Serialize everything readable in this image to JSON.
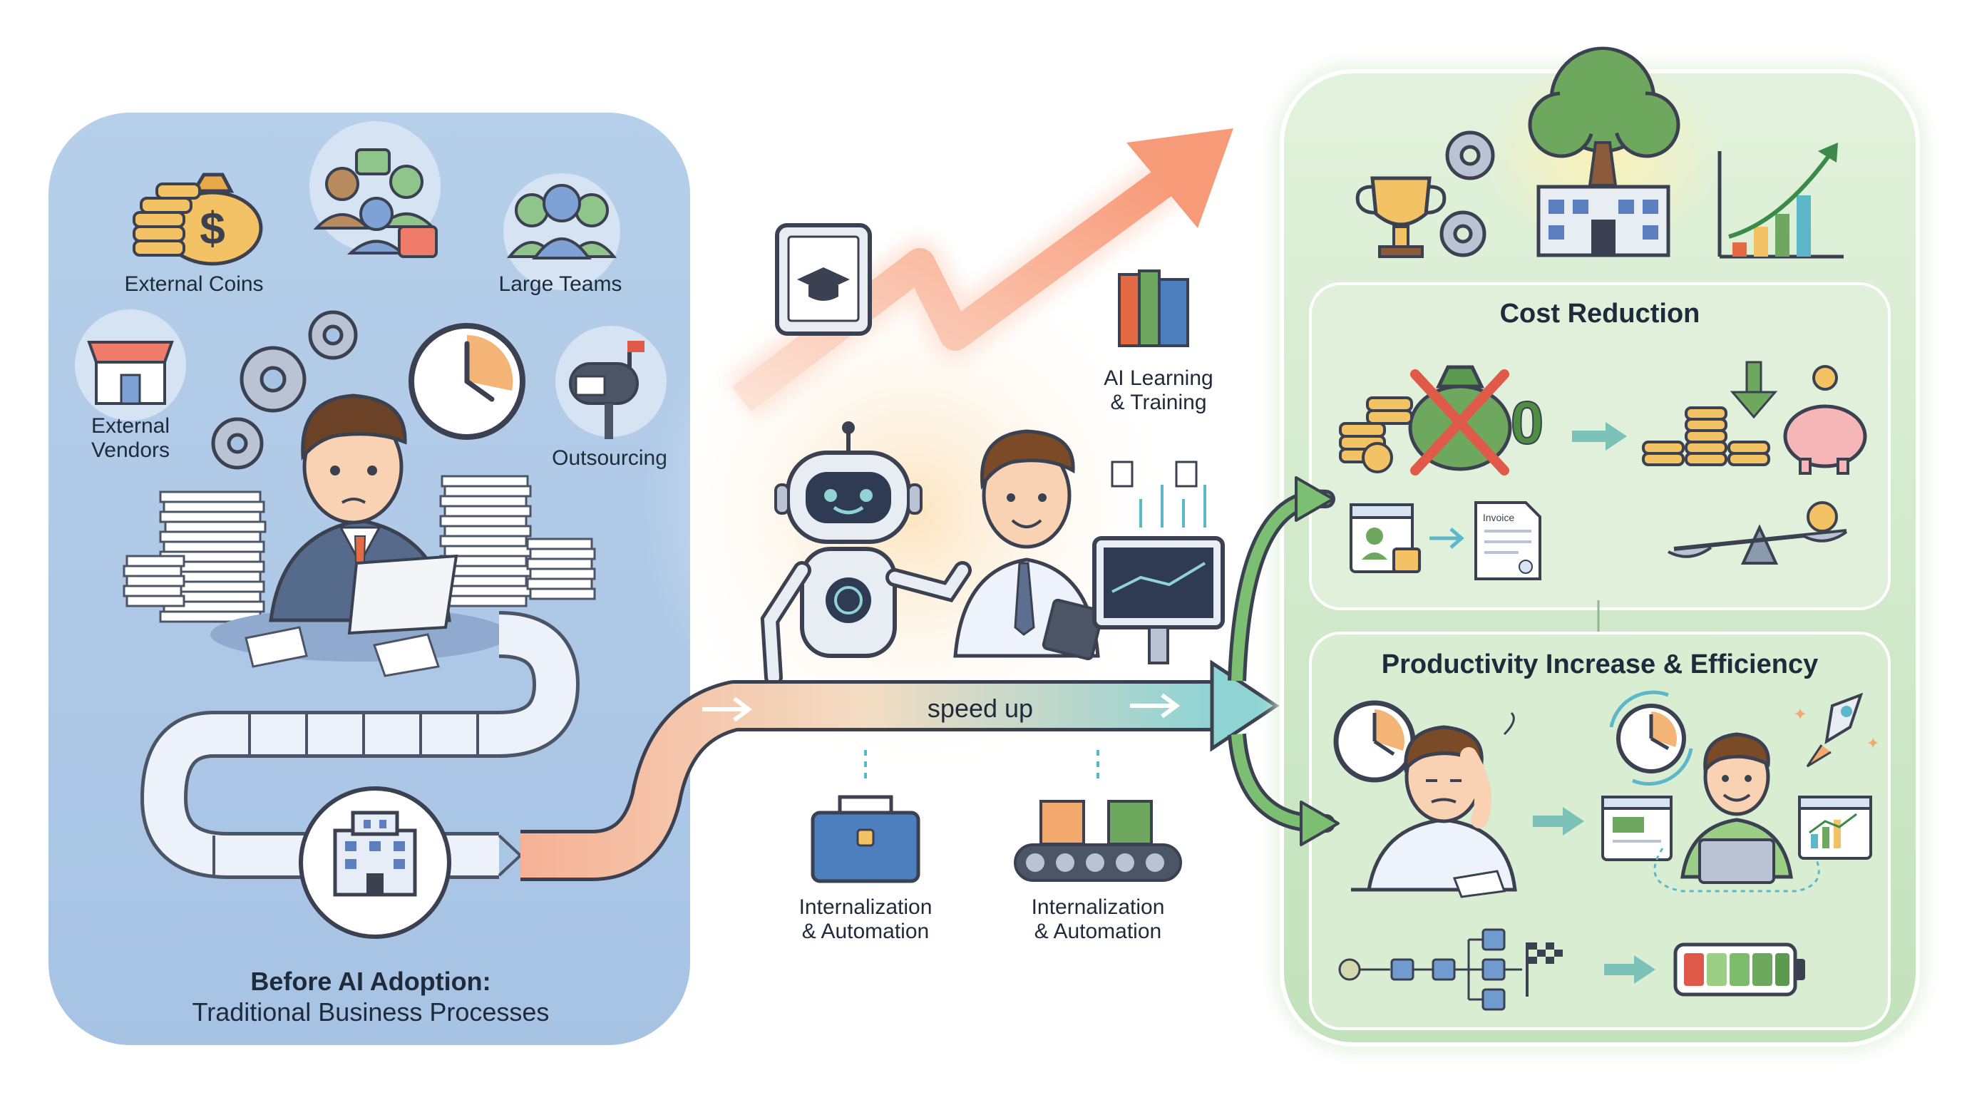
{
  "before": {
    "icon_labels": {
      "coins": "External Coins",
      "teams": "Large Teams",
      "vendors": "External\nVendors",
      "outsourcing": "Outsourcing"
    },
    "title": "Before AI Adoption:",
    "subtitle": "Traditional Business Processes"
  },
  "middle": {
    "ai_learning": "AI Learning\n& Training",
    "speed_up": "speed up",
    "automation_1": "Internalization\n& Automation",
    "automation_2": "Internalization\n& Automation"
  },
  "after": {
    "cost_title": "Cost Reduction",
    "zero_label": "0",
    "invoice_label": "Invoice",
    "productivity_title": "Productivity Increase & Efficiency"
  },
  "colors": {
    "left_panel": "#b9d0ea",
    "right_panel": "#c6e4c0",
    "growth_arrow": "#f7a98c",
    "road": "#edf2fa",
    "accent_teal": "#8fd3d3"
  }
}
